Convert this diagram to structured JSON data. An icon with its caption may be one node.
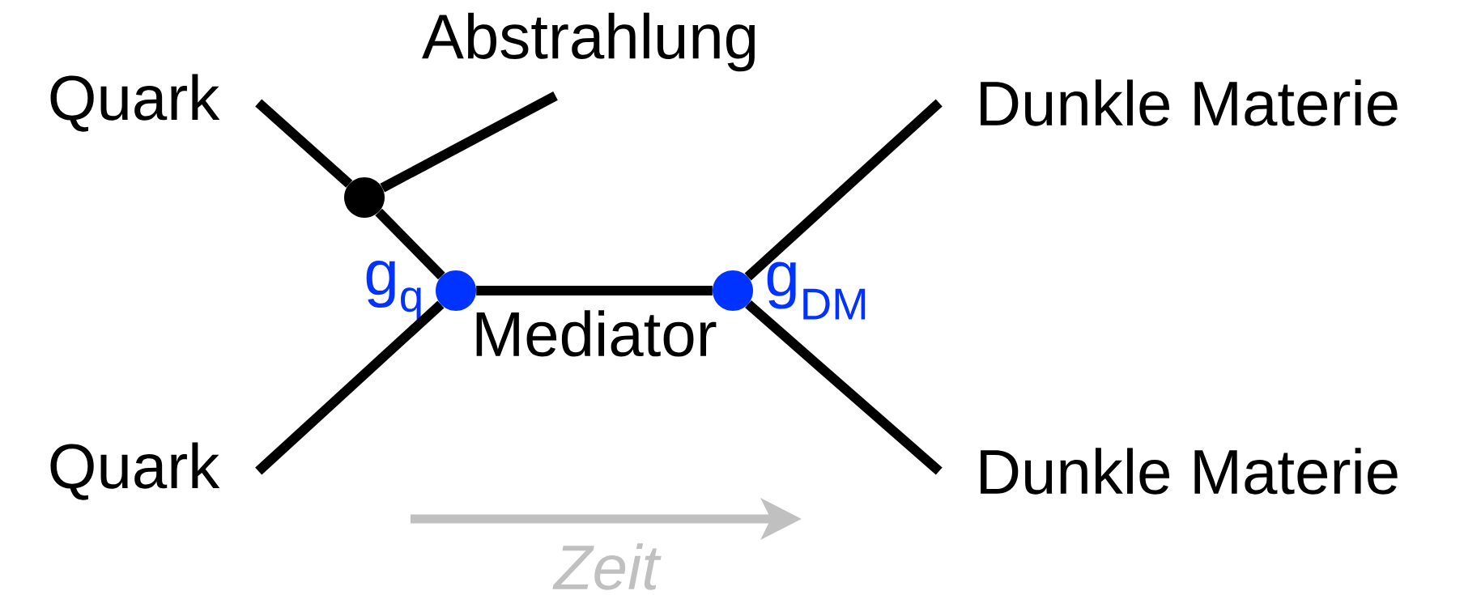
{
  "diagram": {
    "nodes": [
      {
        "text": [
          "Abstrahlung"
        ]
      },
      {
        "text": [
          "Quark"
        ]
      },
      {
        "text": [
          "Dunkle Materie"
        ]
      },
      {
        "text": [],
        "shape": "circle"
      },
      {
        "text": [],
        "shape": "circle",
        "beside": [
          "g$_{q}$"
        ]
      },
      {
        "text": [],
        "shape": "circle",
        "beside": [
          "g$_{DM}$"
        ]
      },
      {
        "text": [
          "Quark"
        ]
      },
      {
        "text": [
          "Dunkle Materie"
        ]
      }
    ],
    "edges": [
      {
        "from": 1,
        "to": 3,
        "arrow": "none"
      },
      {
        "from": 3,
        "to": 0,
        "arrow": "none"
      },
      {
        "from": 3,
        "to": 4,
        "arrow": "none"
      },
      {
        "from": 6,
        "to": 4,
        "arrow": "none"
      },
      {
        "from": 4,
        "to": 5,
        "arrow": "none",
        "label": "Mediator"
      },
      {
        "from": 5,
        "to": 2,
        "arrow": "none"
      },
      {
        "from": 5,
        "to": 7,
        "arrow": "none"
      }
    ],
    "labels": [
      "Zeit"
    ]
  }
}
